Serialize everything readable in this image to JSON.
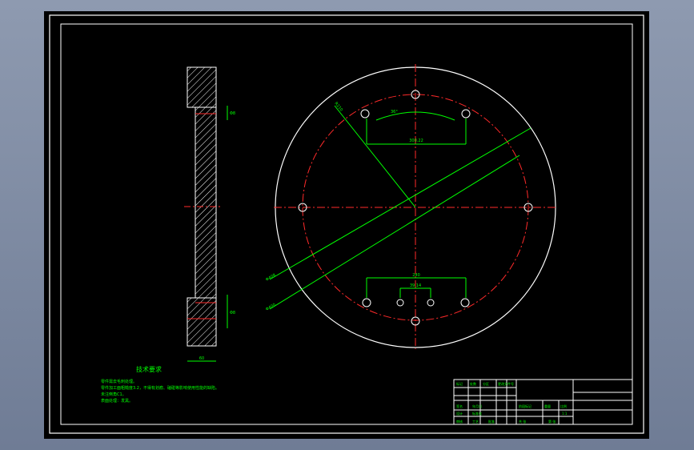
{
  "drawing": {
    "background": "#000000",
    "colors": {
      "outline": "#ffffff",
      "centerline": "#ff2a2a",
      "dimension": "#00ff00",
      "text": "#00ff00",
      "hatch": "#ffffff"
    },
    "labels": {
      "tech_title": "技术要求",
      "tech_lines": [
        "零件需去毛刺处理。",
        "零件加工面粗糙度3.2，不得有划痕、磕碰等影响使用性能的缺陷。",
        "未注倒角C1。",
        "表面处理：发黑。"
      ],
      "dims": {
        "radius": "R210",
        "top_horizontal": "300.22",
        "angle": "36°",
        "bottom_outer": "240",
        "bottom_inner": "39.14",
        "left_diag1": "Φ408",
        "left_diag2": "Φ400",
        "side_width": "60",
        "side_dim_top": "Φ8",
        "side_dim_bottom": "Φ8"
      },
      "title_block": {
        "r1": "标记",
        "r2": "处数",
        "r3": "分区",
        "r4": "更改文件号",
        "r5": "签名",
        "r6": "年月日",
        "r7": "设计",
        "r8": "标准化",
        "r9": "阶段标记",
        "r10": "重量",
        "r11": "比例",
        "r12": "共 张",
        "r13": "第 张",
        "r14": "审核",
        "r15": "工艺",
        "r16": "批准",
        "scale": "1:1"
      }
    }
  }
}
